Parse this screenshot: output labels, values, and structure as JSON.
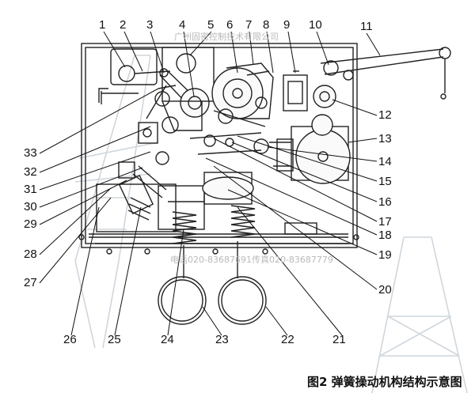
{
  "watermark_top": "广州固密控制技术有限公司",
  "watermark_mid": "电话020-83687691传真020-83687779",
  "caption": "图2 弹簧操动机构结构示意图",
  "labels": [
    "1",
    "2",
    "3",
    "4",
    "5",
    "6",
    "7",
    "8",
    "9",
    "10",
    "11",
    "12",
    "13",
    "14",
    "15",
    "16",
    "17",
    "18",
    "19",
    "20",
    "21",
    "22",
    "23",
    "24",
    "25",
    "26",
    "27",
    "28",
    "29",
    "30",
    "31",
    "32",
    "33"
  ],
  "colors": {
    "line": "#111111",
    "tower": "#cfd6dc",
    "watermark": "#b9b9b9"
  }
}
